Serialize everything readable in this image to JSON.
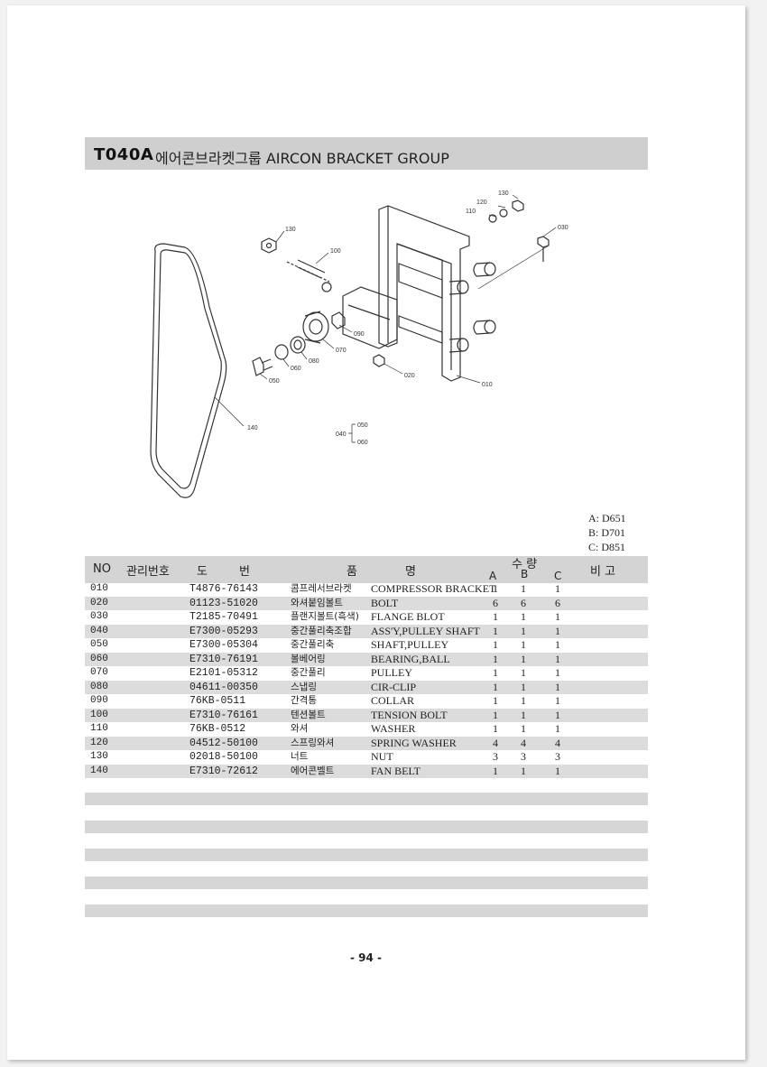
{
  "header": {
    "code": "T040A",
    "title": "에어콘브라켓그룹  AIRCON BRACKET GROUP"
  },
  "diagram": {
    "labels": [
      "130",
      "120",
      "110",
      "030",
      "130",
      "100",
      "090",
      "070",
      "080",
      "060",
      "050",
      "020",
      "010",
      "140",
      "040",
      "050",
      "060"
    ]
  },
  "models": [
    "A: D651",
    "B: D701",
    "C: D851"
  ],
  "table": {
    "headers": {
      "no": "NO",
      "mgmt": "관리번호",
      "part1": "도",
      "part2": "번",
      "name1": "품",
      "name2": "명",
      "qty": "수 량",
      "a": "A",
      "b": "B",
      "c": "C",
      "remarks": "비 고"
    },
    "rows": [
      {
        "no": "010",
        "part": "T4876-76143",
        "kr": "콤프레서브라켓",
        "en": "COMPRESSOR BRACKET",
        "a": "1",
        "b": "1",
        "c": "1"
      },
      {
        "no": "020",
        "part": "01123-51020",
        "kr": "와셔붙임볼트",
        "en": "BOLT",
        "a": "6",
        "b": "6",
        "c": "6"
      },
      {
        "no": "030",
        "part": "T2185-70491",
        "kr": "플랜지볼트(흑색)",
        "en": "FLANGE BLOT",
        "a": "1",
        "b": "1",
        "c": "1"
      },
      {
        "no": "040",
        "part": "E7300-05293",
        "kr": "중간풀리축조합",
        "en": "ASS'Y,PULLEY SHAFT",
        "a": "1",
        "b": "1",
        "c": "1"
      },
      {
        "no": "050",
        "part": "E7300-05304",
        "kr": "중간풀리축",
        "en": "SHAFT,PULLEY",
        "a": "1",
        "b": "1",
        "c": "1"
      },
      {
        "no": "060",
        "part": "E7310-76191",
        "kr": "볼베어링",
        "en": "BEARING,BALL",
        "a": "1",
        "b": "1",
        "c": "1"
      },
      {
        "no": "070",
        "part": "E2101-05312",
        "kr": "중간풀리",
        "en": "PULLEY",
        "a": "1",
        "b": "1",
        "c": "1"
      },
      {
        "no": "080",
        "part": "04611-00350",
        "kr": "스냅링",
        "en": "CIR-CLIP",
        "a": "1",
        "b": "1",
        "c": "1"
      },
      {
        "no": "090",
        "part": "76KB-0511",
        "kr": "간격통",
        "en": "COLLAR",
        "a": "1",
        "b": "1",
        "c": "1"
      },
      {
        "no": "100",
        "part": "E7310-76161",
        "kr": "텐션볼트",
        "en": "TENSION BOLT",
        "a": "1",
        "b": "1",
        "c": "1"
      },
      {
        "no": "110",
        "part": "76KB-0512",
        "kr": "와셔",
        "en": "WASHER",
        "a": "1",
        "b": "1",
        "c": "1"
      },
      {
        "no": "120",
        "part": "04512-50100",
        "kr": "스프링와셔",
        "en": "SPRING WASHER",
        "a": "4",
        "b": "4",
        "c": "4"
      },
      {
        "no": "130",
        "part": "02018-50100",
        "kr": "너트",
        "en": "NUT",
        "a": "3",
        "b": "3",
        "c": "3"
      },
      {
        "no": "140",
        "part": "E7310-72612",
        "kr": "에어콘벨트",
        "en": "FAN BELT",
        "a": "1",
        "b": "1",
        "c": "1"
      }
    ]
  },
  "page_number": "- 94 -"
}
